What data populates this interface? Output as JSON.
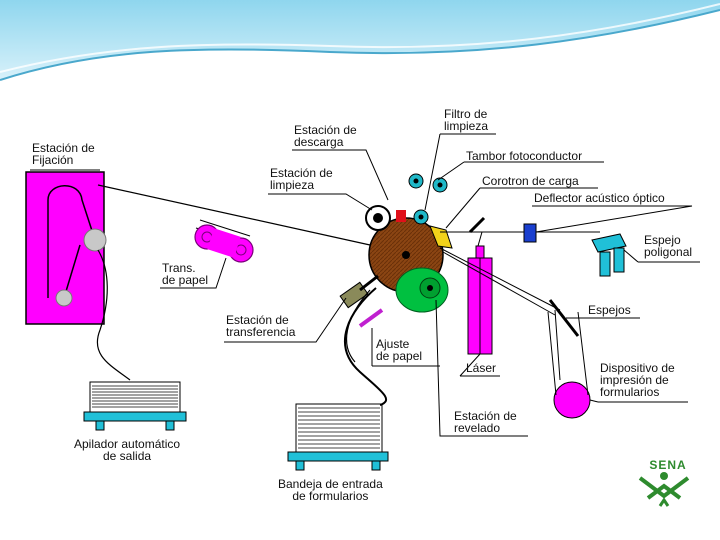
{
  "labels": {
    "estacion_fijacion": [
      "Estación de",
      "Fijación"
    ],
    "estacion_descarga": [
      "Estación de",
      "descarga"
    ],
    "filtro_limpieza": [
      "Filtro de",
      "limpieza"
    ],
    "tambor": [
      "Tambor fotoconductor"
    ],
    "estacion_limpieza": [
      "Estación de",
      "limpieza"
    ],
    "corotron": [
      "Corotron de carga"
    ],
    "deflector": [
      "Deflector acústico óptico"
    ],
    "espejo_poligonal": [
      "Espejo",
      "poligonal"
    ],
    "trans_papel": [
      "Trans.",
      "de papel"
    ],
    "espejos": [
      "Espejos"
    ],
    "estacion_transferencia": [
      "Estación de",
      "transferencia"
    ],
    "ajuste_papel": [
      "Ajuste",
      "de papel"
    ],
    "laser": [
      "Láser"
    ],
    "dispositivo": [
      "Dispositivo de",
      "impresión de",
      "formularios"
    ],
    "estacion_revelado": [
      "Estación de",
      "revelado"
    ],
    "apilador": [
      "Apilador automático",
      "de salida"
    ],
    "bandeja": [
      "Bandeja de entrada",
      "de formularios"
    ]
  },
  "logo": {
    "text": "SENA"
  },
  "colors": {
    "magenta": "#ff00ff",
    "drum_brown": "#8b4513",
    "developer_green": "#00c040",
    "teal": "#20b8c8",
    "deflector_blue": "#1a3fcf",
    "corotron_yellow": "#f2d21a",
    "sena_green": "#2e8b2e",
    "banner_blue": "#5bc0e0"
  }
}
